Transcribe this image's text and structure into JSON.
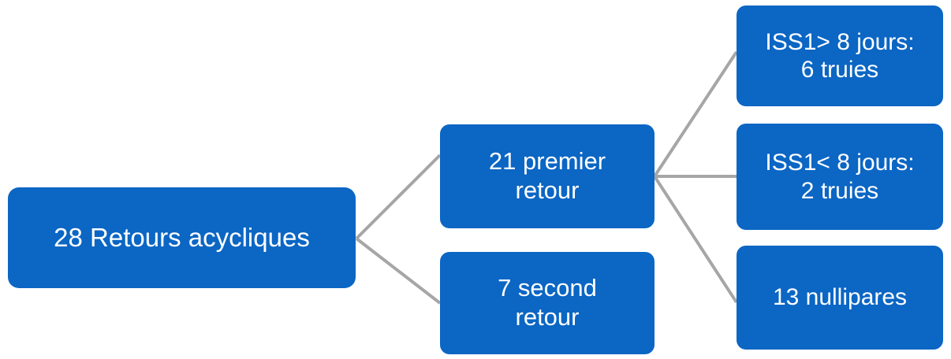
{
  "diagram": {
    "type": "tree-flowchart",
    "title_visible": false,
    "background_color": "#ffffff",
    "node_fill_color": "#0b66c4",
    "node_text_color": "#ffffff",
    "connector_color": "#a6a6a6",
    "nodes": {
      "root": {
        "label": "28 Retours acycliques",
        "count": 28
      },
      "first_return": {
        "label": "21 premier\nretour",
        "count": 21
      },
      "second_return": {
        "label": "7 second\nretour",
        "count": 7
      },
      "iss1_gt8": {
        "label": "ISS1> 8 jours:\n6 truies",
        "count": 6
      },
      "iss1_lt8": {
        "label": "ISS1< 8 jours:\n2 truies",
        "count": 2
      },
      "nullipares": {
        "label": "13 nullipares",
        "count": 13
      }
    },
    "edges": [
      {
        "from": "root",
        "to": "first_return"
      },
      {
        "from": "root",
        "to": "second_return"
      },
      {
        "from": "first_return",
        "to": "iss1_gt8"
      },
      {
        "from": "first_return",
        "to": "iss1_lt8"
      },
      {
        "from": "first_return",
        "to": "nullipares"
      }
    ]
  }
}
